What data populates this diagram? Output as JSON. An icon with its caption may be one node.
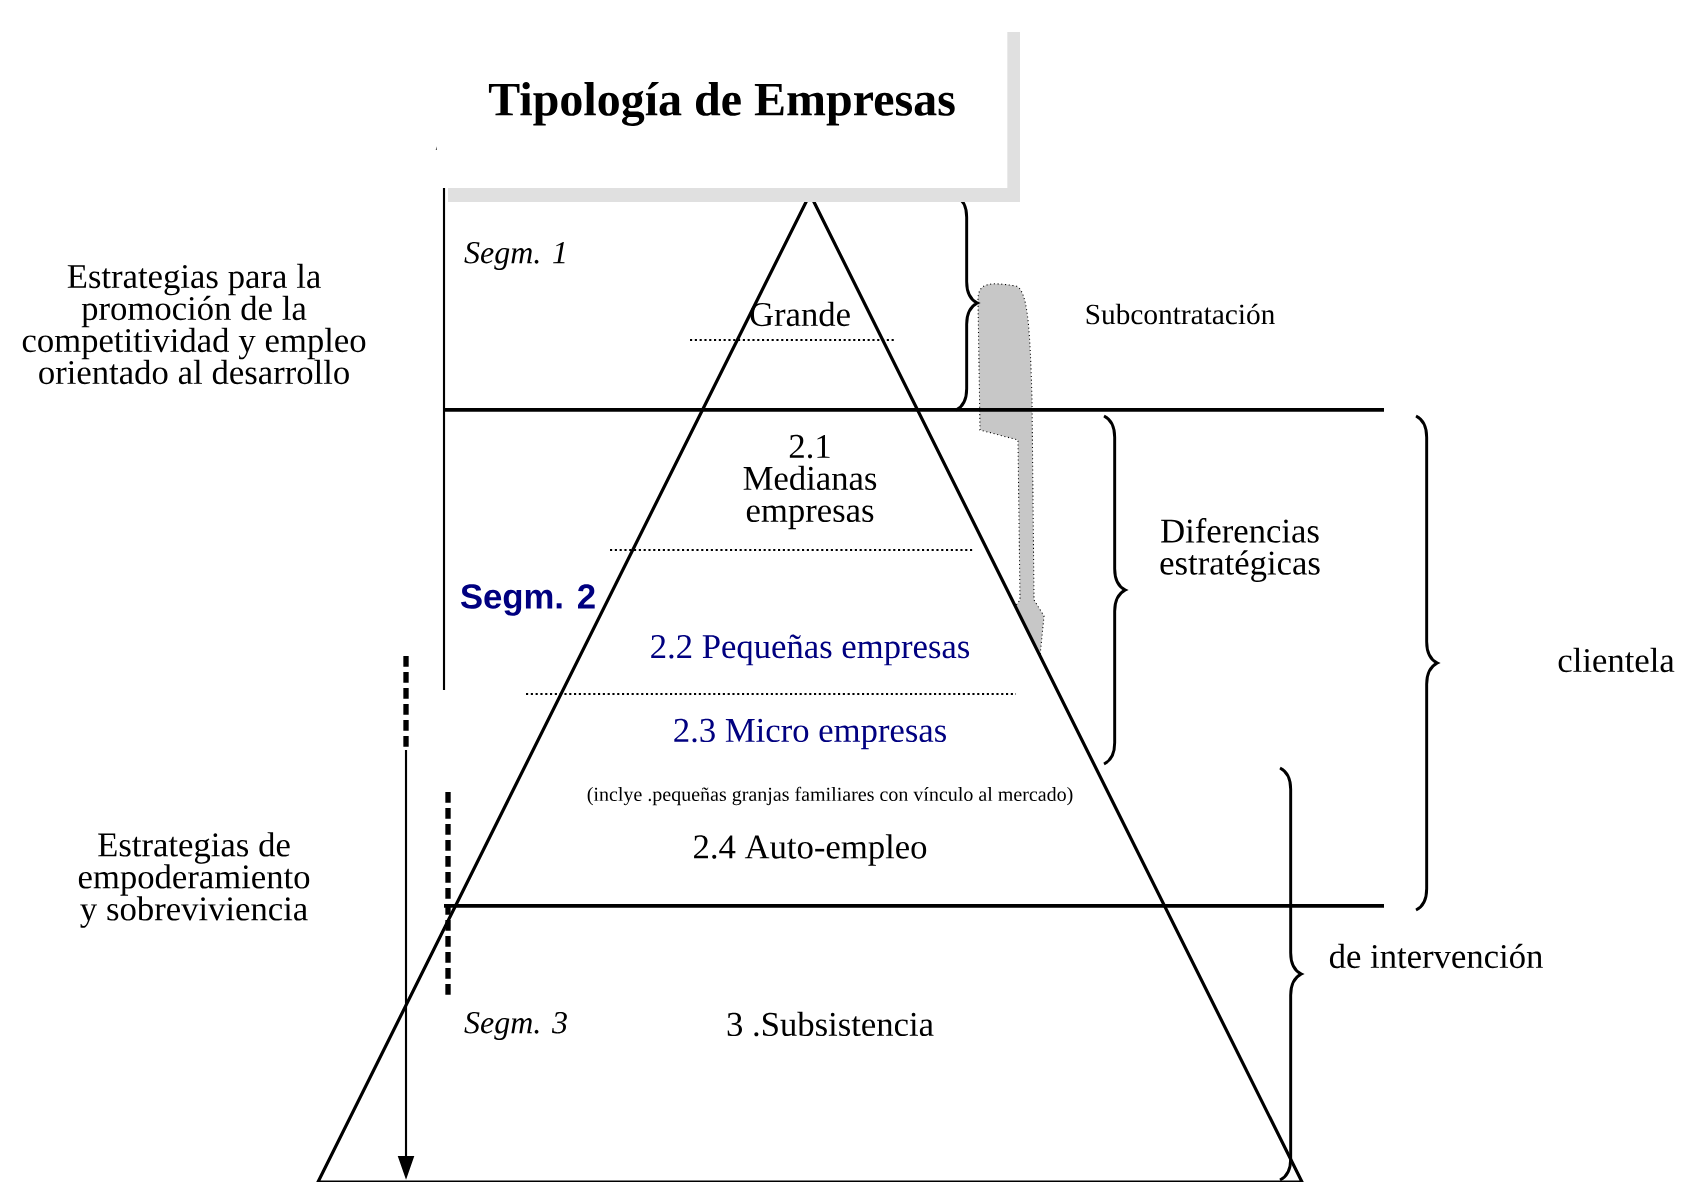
{
  "diagram": {
    "title": "Tipología de Empresas",
    "nodes": [
      {
        "text": [
          "Grande",
          "2.1 Medianas empresas",
          "2.2 Pequeñas empresas",
          "2.3 Micro empresas",
          "(inclye .pequeñas granjas familiares con  vínculo al mercado)",
          "2.4 Auto-empleo",
          "3 .Subsistencia"
        ]
      }
    ],
    "labels": [
      "Estrategias para la promoción de la competitividad y empleo orientado al desarrollo",
      "Segm. 1",
      "Subcontratación",
      "Diferencias estratégicas",
      "Segm. 2",
      "clientela",
      "Estrategias de empoderamiento y sobreviviencia",
      "de intervención",
      "Segm. 3"
    ]
  }
}
